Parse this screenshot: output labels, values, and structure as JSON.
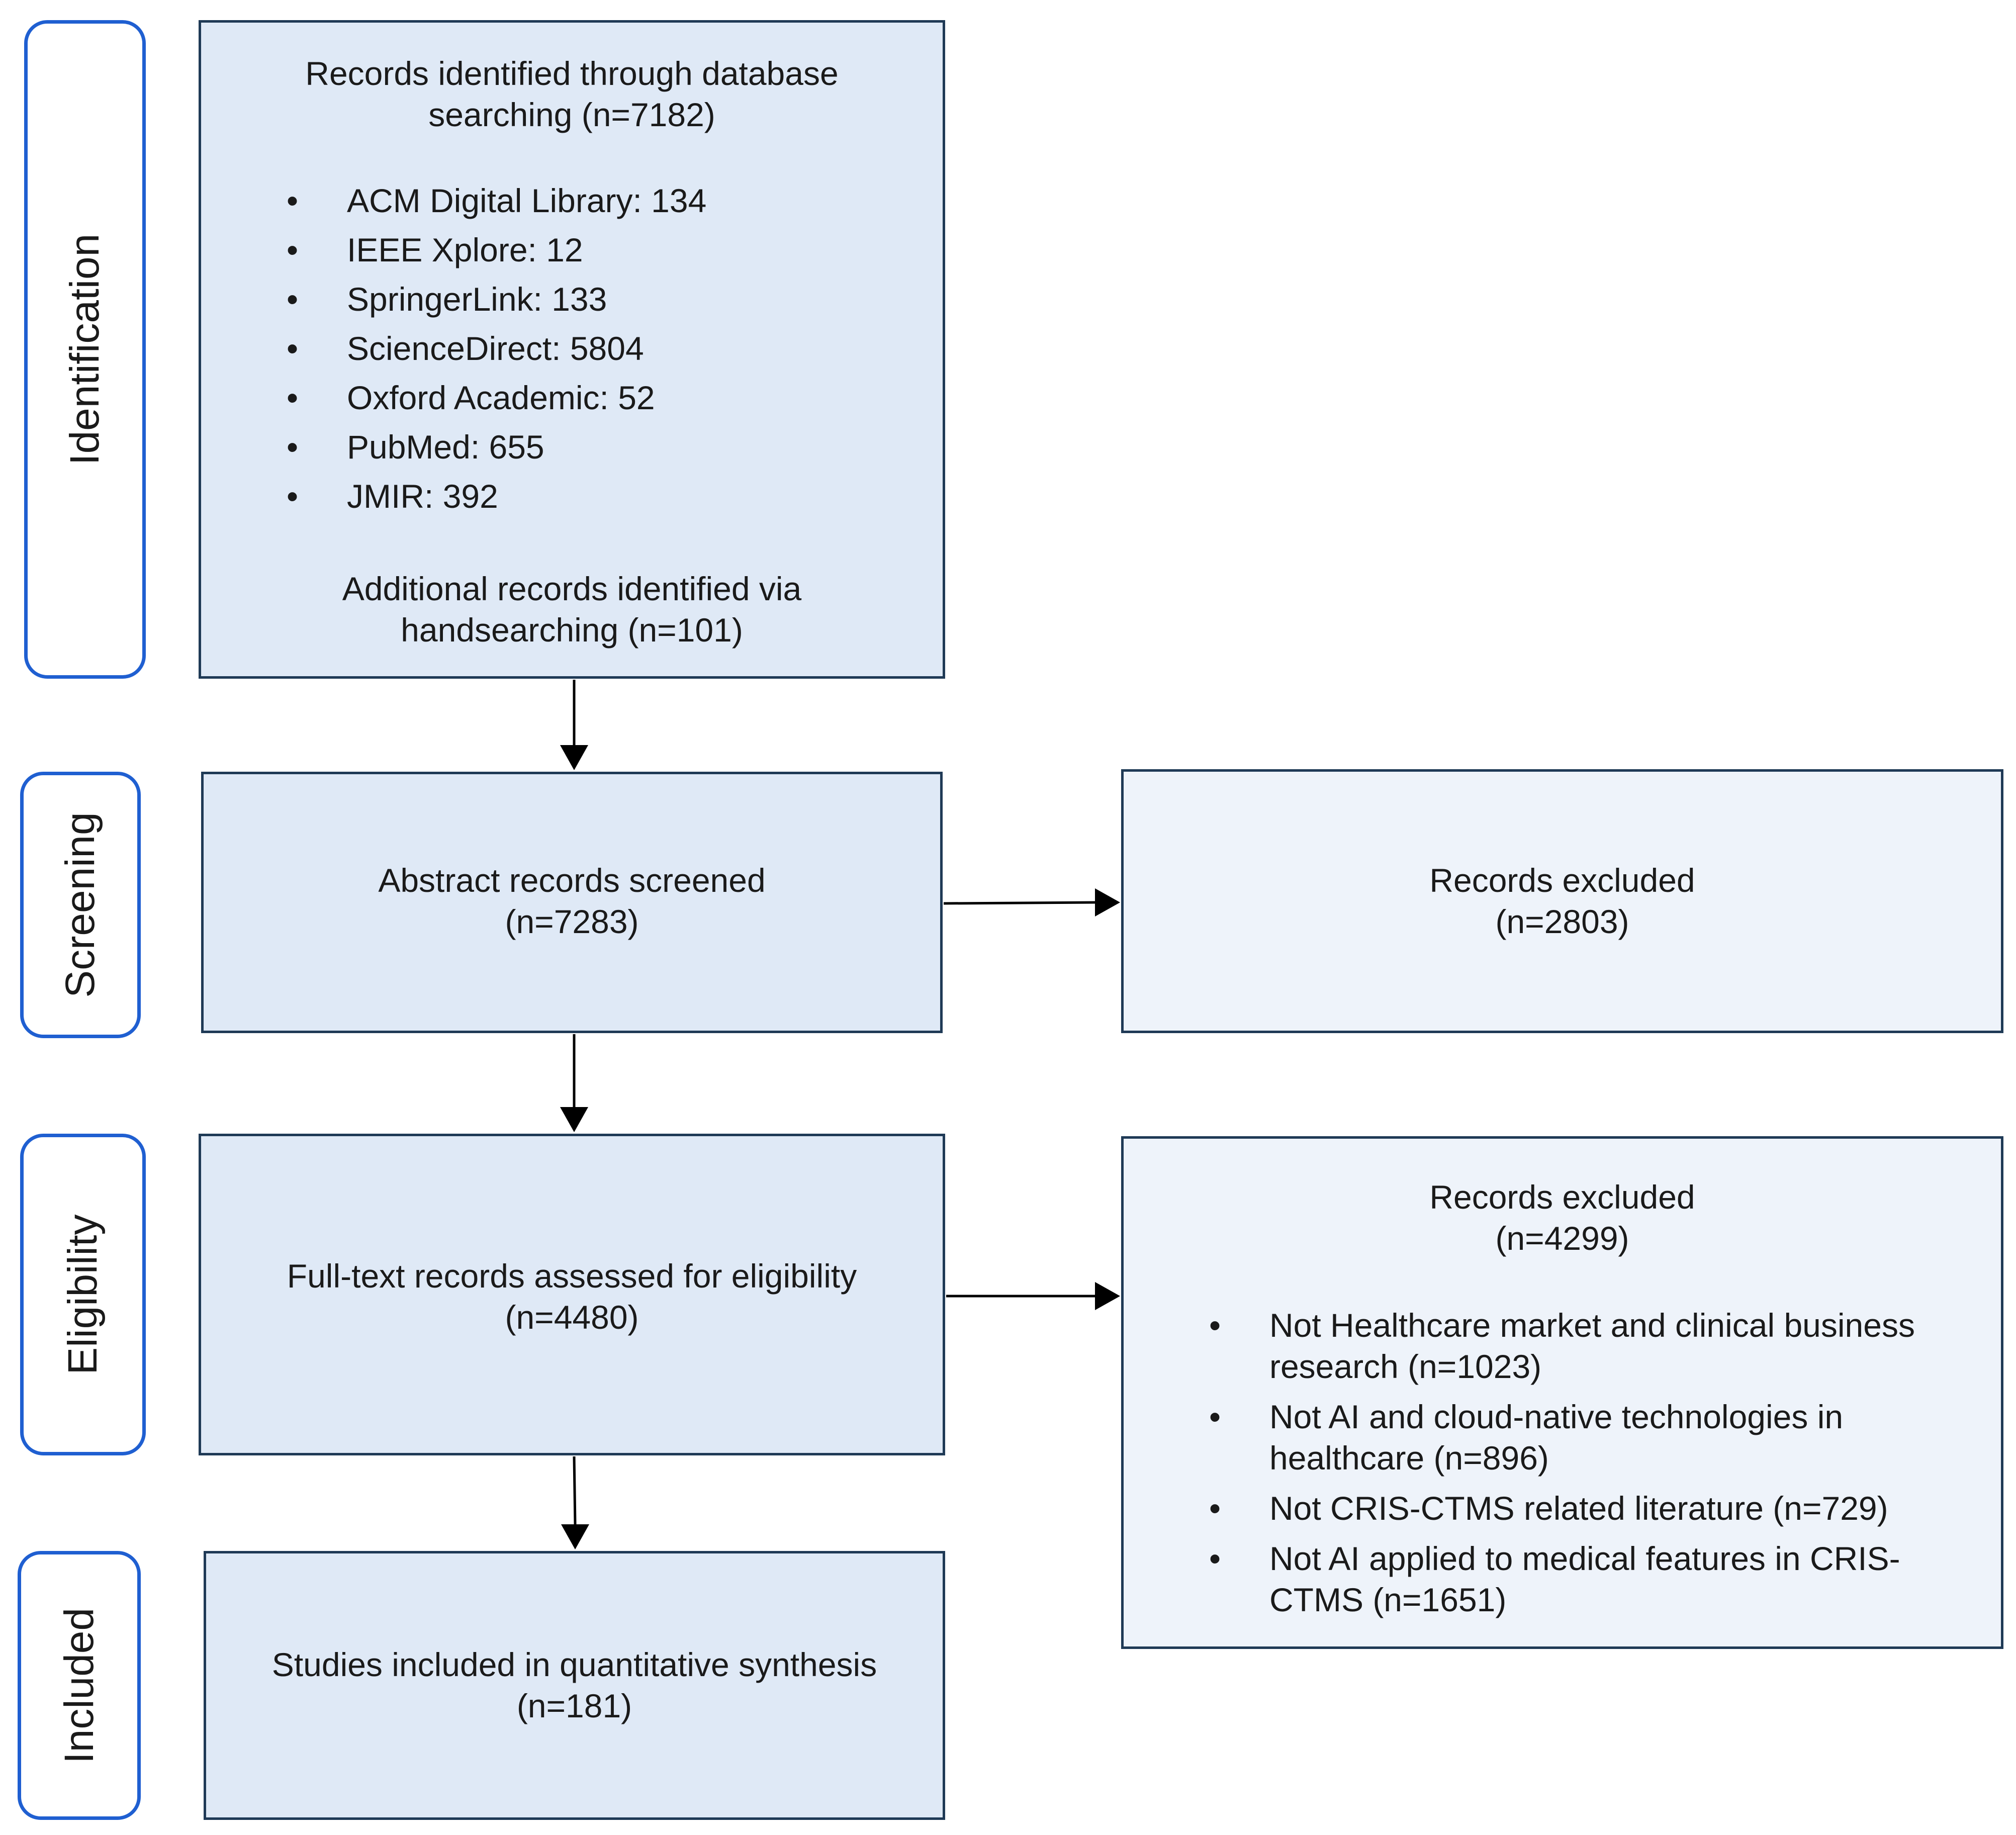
{
  "stages": [
    "Identification",
    "Screening",
    "Eligibility",
    "Included"
  ],
  "identification": {
    "heading_line1": "Records identified through database",
    "heading_line2": "searching (n=7182)",
    "sources": [
      "ACM Digital Library: 134",
      "IEEE Xplore: 12",
      "SpringerLink: 133",
      "ScienceDirect: 5804",
      "Oxford Academic: 52",
      "PubMed: 655",
      "JMIR: 392"
    ],
    "additional_line1": "Additional records identified via",
    "additional_line2": "handsearching (n=101)"
  },
  "screening": {
    "label": "Abstract records screened",
    "count": "(n=7283)",
    "excluded_label": "Records excluded",
    "excluded_count": "(n=2803)"
  },
  "eligibility": {
    "label": "Full-text records assessed for eligibility",
    "count": "(n=4480)",
    "excluded_label": "Records excluded",
    "excluded_count": "(n=4299)",
    "reasons": [
      "Not Healthcare market and clinical business research (n=1023)",
      "Not AI and cloud-native technologies in healthcare (n=896)",
      "Not CRIS-CTMS related literature (n=729)",
      "Not AI applied to medical features in CRIS-CTMS (n=1651)"
    ]
  },
  "included": {
    "label": "Studies included in quantitative synthesis",
    "count": "(n=181)"
  }
}
